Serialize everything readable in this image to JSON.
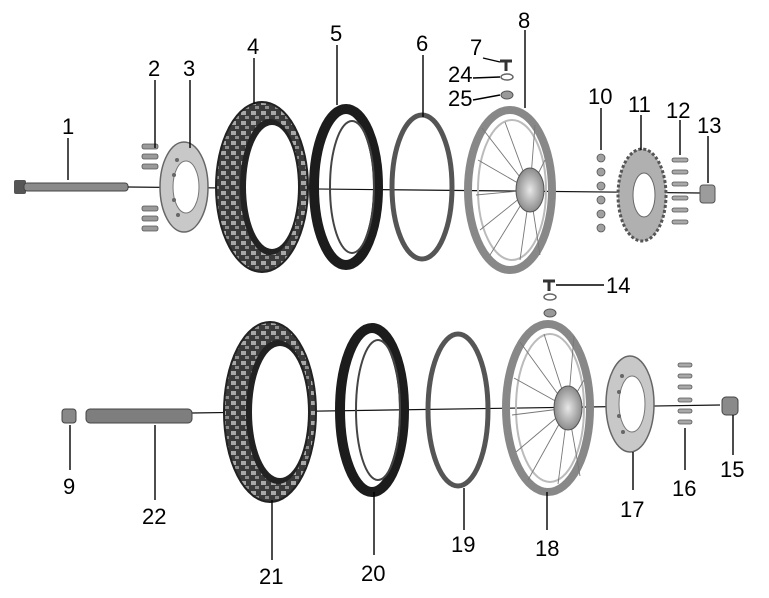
{
  "callouts": {
    "c1": "1",
    "c2": "2",
    "c3": "3",
    "c4": "4",
    "c5": "5",
    "c6": "6",
    "c7": "7",
    "c8": "8",
    "c9": "9",
    "c10": "10",
    "c11": "11",
    "c12": "12",
    "c13": "13",
    "c14": "14",
    "c15": "15",
    "c16": "16",
    "c17": "17",
    "c18": "18",
    "c19": "19",
    "c20": "20",
    "c21": "21",
    "c22": "22",
    "c24": "24",
    "c25": "25"
  },
  "colors": {
    "tire": "#2b2b2b",
    "tread": "#9a9a9a",
    "metal": "#b8b8b8",
    "metal_dark": "#6e6e6e",
    "tube": "#1c1c1c",
    "band": "#555555"
  }
}
